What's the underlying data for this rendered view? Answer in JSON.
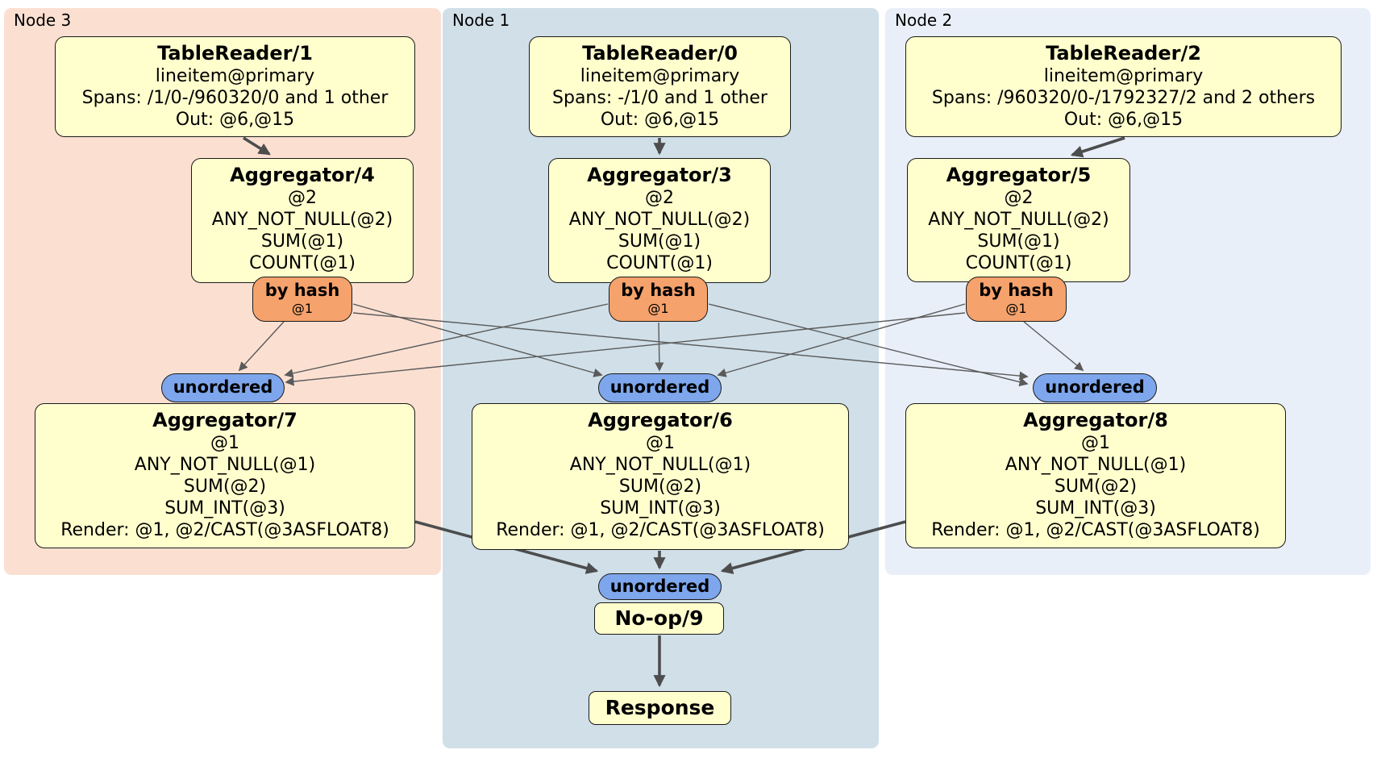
{
  "diagram": {
    "regions": {
      "node3": {
        "label": "Node 3"
      },
      "node1": {
        "label": "Node 1"
      },
      "node2": {
        "label": "Node 2"
      }
    },
    "processors": {
      "tr1": {
        "title": "TableReader/1",
        "lines": [
          "lineitem@primary",
          "Spans: /1/0-/960320/0 and 1 other",
          "Out: @6,@15"
        ]
      },
      "tr0": {
        "title": "TableReader/0",
        "lines": [
          "lineitem@primary",
          "Spans: -/1/0 and 1 other",
          "Out: @6,@15"
        ]
      },
      "tr2": {
        "title": "TableReader/2",
        "lines": [
          "lineitem@primary",
          "Spans: /960320/0-/1792327/2 and 2 others",
          "Out: @6,@15"
        ]
      },
      "agg4": {
        "title": "Aggregator/4",
        "lines": [
          "@2",
          "ANY_NOT_NULL(@2)",
          "SUM(@1)",
          "COUNT(@1)"
        ]
      },
      "agg3": {
        "title": "Aggregator/3",
        "lines": [
          "@2",
          "ANY_NOT_NULL(@2)",
          "SUM(@1)",
          "COUNT(@1)"
        ]
      },
      "agg5": {
        "title": "Aggregator/5",
        "lines": [
          "@2",
          "ANY_NOT_NULL(@2)",
          "SUM(@1)",
          "COUNT(@1)"
        ]
      },
      "agg7": {
        "title": "Aggregator/7",
        "lines": [
          "@1",
          "ANY_NOT_NULL(@1)",
          "SUM(@2)",
          "SUM_INT(@3)",
          "Render: @1, @2/CAST(@3ASFLOAT8)"
        ]
      },
      "agg6": {
        "title": "Aggregator/6",
        "lines": [
          "@1",
          "ANY_NOT_NULL(@1)",
          "SUM(@2)",
          "SUM_INT(@3)",
          "Render: @1, @2/CAST(@3ASFLOAT8)"
        ]
      },
      "agg8": {
        "title": "Aggregator/8",
        "lines": [
          "@1",
          "ANY_NOT_NULL(@1)",
          "SUM(@2)",
          "SUM_INT(@3)",
          "Render: @1, @2/CAST(@3ASFLOAT8)"
        ]
      },
      "noop": {
        "title": "No-op/9"
      },
      "response": {
        "title": "Response"
      }
    },
    "routers": {
      "by_hash": {
        "label": "by hash",
        "sub": "@1"
      },
      "unordered": {
        "label": "unordered"
      }
    },
    "colors": {
      "page_bg": "#FFFFFF",
      "region_node3_bg": "#FBE0D2",
      "region_node1_bg": "#D0DFE8",
      "region_node2_bg": "#E9EFF9",
      "box_fill": "#FFFFCE",
      "box_border": "#1A1A1A",
      "hash_badge_bg": "#F5A26C",
      "unordered_badge_bg": "#7EA6EC",
      "edge_thin": "#5A5A5A",
      "edge_thick": "#4D4D4D",
      "text": "#000000"
    }
  }
}
